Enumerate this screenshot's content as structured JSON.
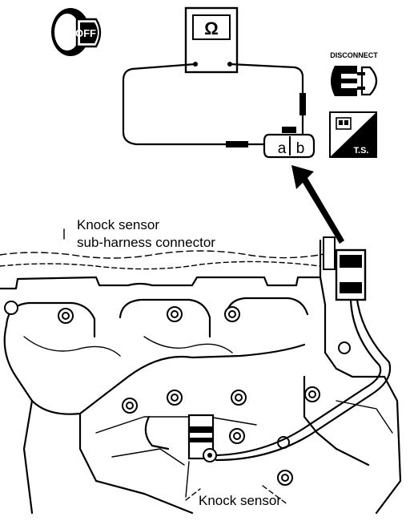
{
  "figure": {
    "ignition_label": "OFF",
    "meter_symbol": "Ω",
    "terminal_a": "a",
    "terminal_b": "b",
    "disconnect_label": "DISCONNECT",
    "ts_label": "T.S.",
    "connector_label_line1": "Knock sensor",
    "connector_label_line2": "sub-harness connector",
    "sensor_label": "Knock sensor"
  },
  "icons": [
    "ignition-key-off-icon",
    "ohmmeter-icon",
    "disconnect-connector-icon",
    "troubleshooting-ts-icon",
    "pointer-arrow-icon"
  ]
}
